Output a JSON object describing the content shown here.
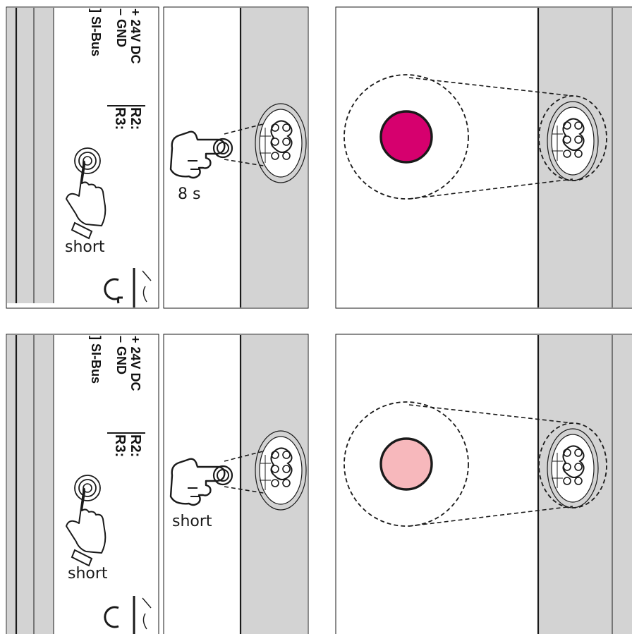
{
  "rows": [
    {
      "id": "top",
      "terminal_labels": {
        "plus_24v": "+ 24V DC",
        "minus_gnd": "– GND",
        "si_bus": "] SI-Bus",
        "r2": "R2:",
        "r3": "R3:"
      },
      "hand_left_label": "short",
      "hand_middle_label": "8 s",
      "led_color": "#d6006e"
    },
    {
      "id": "bottom",
      "terminal_labels": {
        "plus_24v": "+ 24V DC",
        "minus_gnd": "– GND",
        "si_bus": "] SI-Bus",
        "r2": "R2:",
        "r3": "R3:"
      },
      "hand_left_label": "short",
      "hand_middle_label": "short",
      "led_color": "#f7b8bc"
    }
  ],
  "colors": {
    "gray_panel": "#d3d3d3",
    "line": "#1a1a1a"
  },
  "icons": [
    "hand-press-icon",
    "pointing-hand-icon",
    "button-icon",
    "ce-mark-icon"
  ]
}
